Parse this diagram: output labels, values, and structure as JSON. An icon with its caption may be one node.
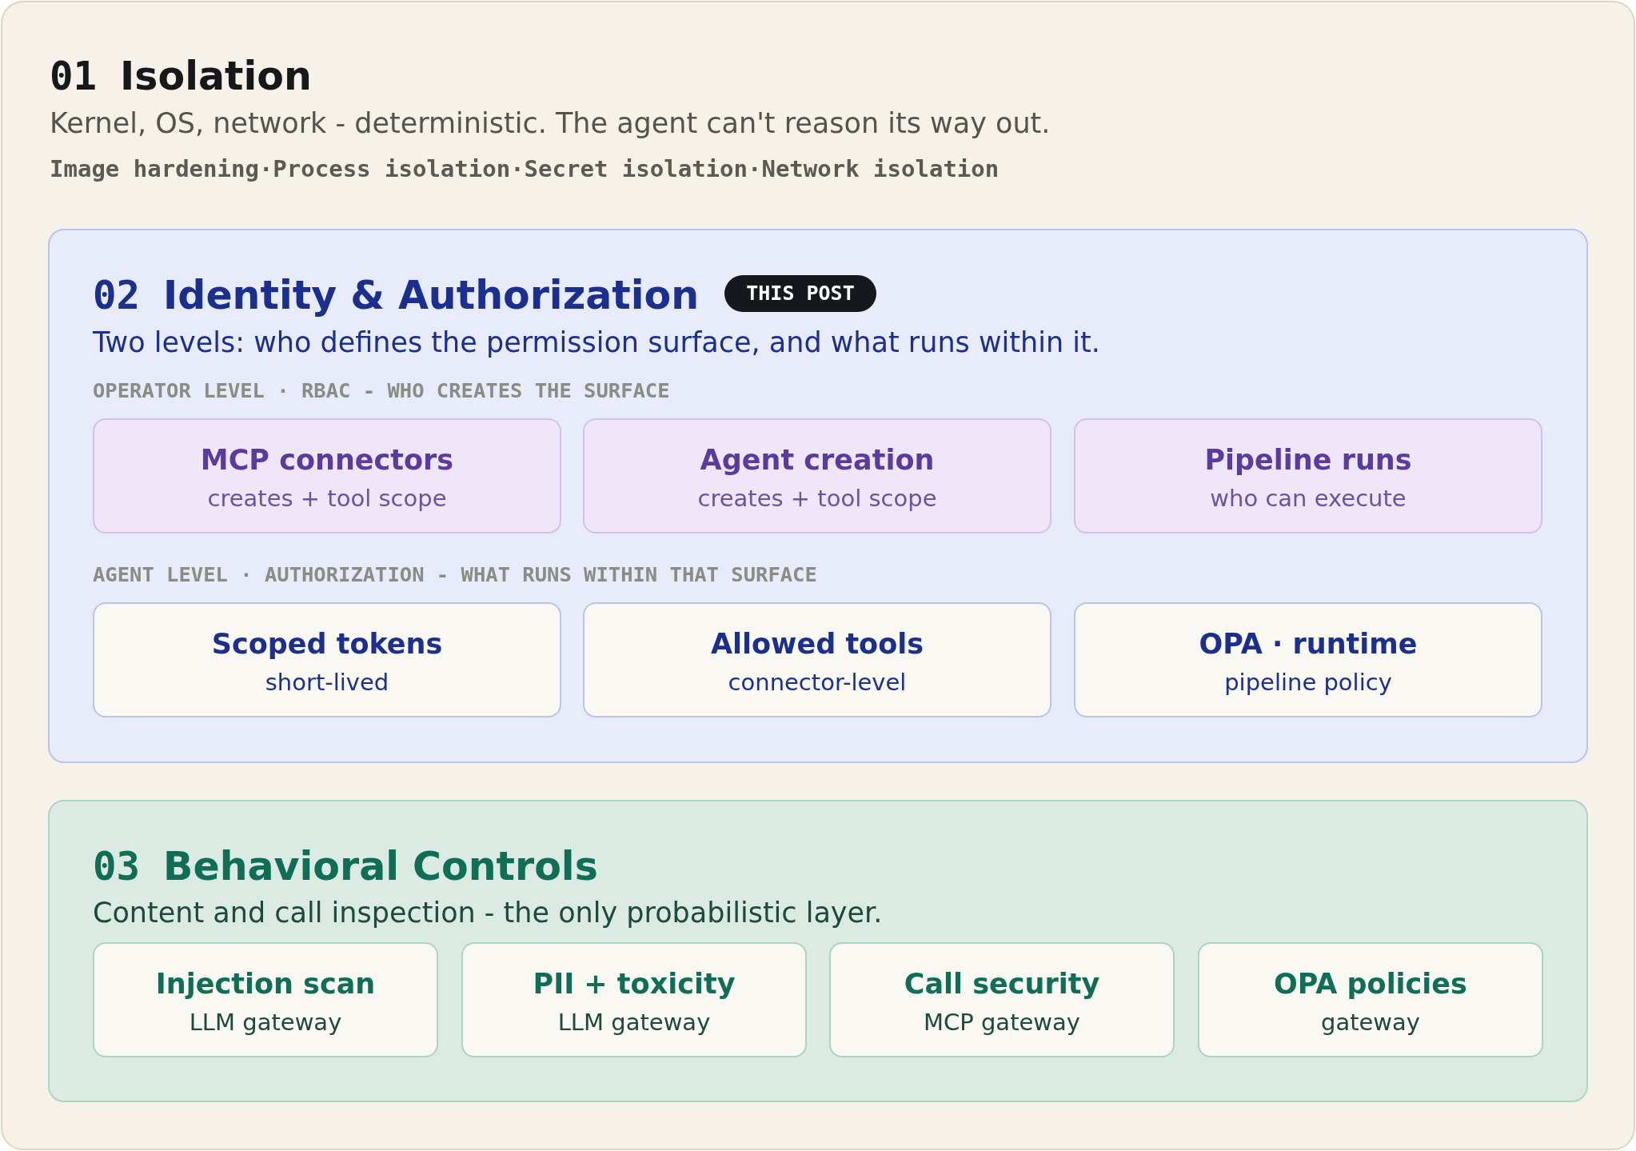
{
  "diagram": {
    "nodes": [
      {
        "text": [
          "01 Isolation",
          "Kernel, OS, network - deterministic. The agent can't reason its way out.",
          "Image hardening·Process isolation·Secret isolation·Network isolation"
        ]
      },
      {
        "text": [
          "02 Identity & Authorization",
          "Two levels: who defines the permission surface, and what runs within it.",
          "OPERATOR LEVEL · RBAC - WHO CREATES THE SURFACE",
          "AGENT LEVEL · AUTHORIZATION - WHAT RUNS WITHIN THAT SURFACE"
        ],
        "in": 0
      },
      {
        "text": [
          "THIS POST"
        ],
        "in": 1
      },
      {
        "text": [
          "MCP connectors",
          "creates + tool scope"
        ],
        "in": 1
      },
      {
        "text": [
          "Agent creation",
          "creates + tool scope"
        ],
        "in": 1
      },
      {
        "text": [
          "Pipeline runs",
          "who can execute"
        ],
        "in": 1
      },
      {
        "text": [
          "Scoped tokens",
          "short-lived"
        ],
        "in": 1
      },
      {
        "text": [
          "Allowed tools",
          "connector-level"
        ],
        "in": 1
      },
      {
        "text": [
          "OPA · runtime",
          "pipeline policy"
        ],
        "in": 1
      },
      {
        "text": [
          "03 Behavioral Controls",
          "Content and call inspection - the only probabilistic layer."
        ],
        "in": 0
      },
      {
        "text": [
          "Injection scan",
          "LLM gateway"
        ],
        "in": 9
      },
      {
        "text": [
          "PII + toxicity",
          "LLM gateway"
        ],
        "in": 9
      },
      {
        "text": [
          "Call security",
          "MCP gateway"
        ],
        "in": 9
      },
      {
        "text": [
          "OPA policies",
          "gateway"
        ],
        "in": 9
      }
    ]
  }
}
